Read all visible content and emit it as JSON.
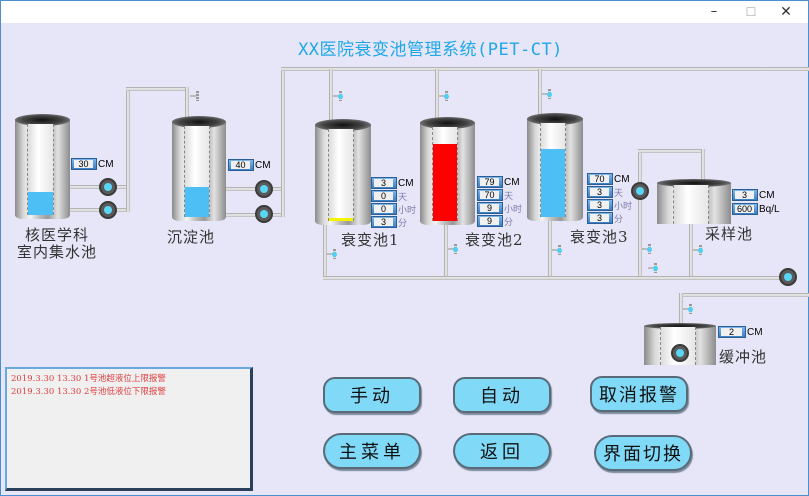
{
  "window": {
    "minimize_icon": "–",
    "maximize_icon": "☐",
    "close_icon": "✕"
  },
  "app_title": "XX医院衰变池管理系统(PET-CT)",
  "tanks": {
    "collection": {
      "label_line1": "核医学科",
      "label_line2": "室内集水池",
      "level_value": "30",
      "level_unit": "CM",
      "fill_fraction": 0.25,
      "fill_color": "#4dbff5"
    },
    "sedimentation": {
      "label": "沉淀池",
      "level_value": "40",
      "level_unit": "CM",
      "fill_fraction": 0.33,
      "fill_color": "#4dbff5"
    },
    "decay1": {
      "label": "衰变池1",
      "level_value": "3",
      "level_unit": "CM",
      "days": "0",
      "days_unit": "天",
      "hours": "0",
      "hours_unit": "小时",
      "minutes": "3",
      "minutes_unit": "分",
      "fill_fraction": 0.02,
      "fill_color": "#f4f400"
    },
    "decay2": {
      "label": "衰变池2",
      "level_value": "79",
      "level_unit": "CM",
      "days": "70",
      "days_unit": "天",
      "hours": "9",
      "hours_unit": "小时",
      "minutes": "9",
      "minutes_unit": "分",
      "fill_fraction": 0.82,
      "fill_color": "#ff0000"
    },
    "decay3": {
      "label": "衰变池3",
      "level_value": "70",
      "level_unit": "CM",
      "days": "3",
      "days_unit": "天",
      "hours": "3",
      "hours_unit": "小时",
      "minutes": "3",
      "minutes_unit": "分",
      "fill_fraction": 0.72,
      "fill_color": "#4dbff5"
    },
    "sampling": {
      "label": "采样池",
      "level_value": "3",
      "level_unit": "CM",
      "activity_value": "600",
      "activity_unit": "Bq/L"
    },
    "buffer": {
      "label": "缓冲池",
      "level_value": "2",
      "level_unit": "CM"
    }
  },
  "alarm_log": [
    "2019.3.30 13.30 1号池超液位上限报警",
    "2019.3.30 13.30 2号池低液位下限报警"
  ],
  "buttons": {
    "manual": "手动",
    "auto": "自动",
    "cancel_alarm": "取消报警",
    "main_menu": "主菜单",
    "back": "返回",
    "switch_view": "界面切换"
  }
}
